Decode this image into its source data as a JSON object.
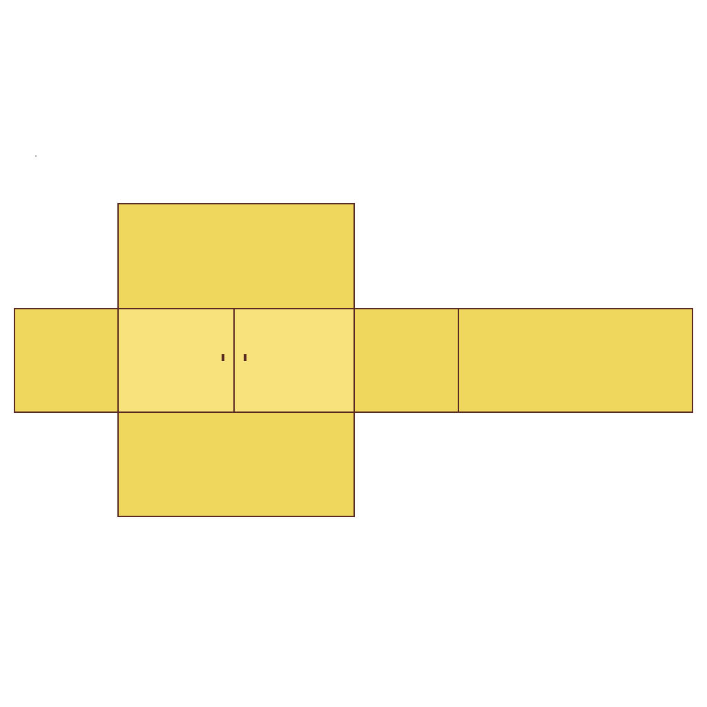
{
  "diagram": {
    "type": "cabinet-net",
    "colors": {
      "background": "#ffffff",
      "panel_fill": "#efd65c",
      "door_fill": "#f8e27c",
      "outline": "#5a2a22",
      "handle": "#5a2a22"
    },
    "panels": [
      {
        "id": "top",
        "kind": "panel"
      },
      {
        "id": "left-side",
        "kind": "panel"
      },
      {
        "id": "front-left-door",
        "kind": "door"
      },
      {
        "id": "front-right-door",
        "kind": "door"
      },
      {
        "id": "right-side",
        "kind": "panel"
      },
      {
        "id": "back",
        "kind": "panel"
      },
      {
        "id": "bottom",
        "kind": "panel"
      }
    ],
    "handles": [
      {
        "door": "front-left-door"
      },
      {
        "door": "front-right-door"
      }
    ]
  }
}
